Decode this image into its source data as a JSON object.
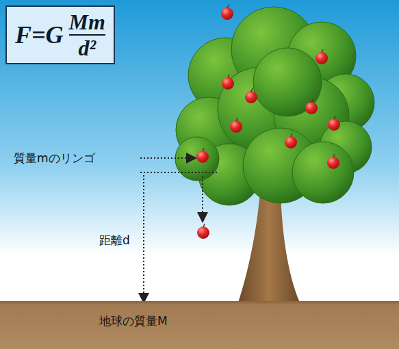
{
  "diagram": {
    "nodes": [
      {
        "text": [
          "F=G",
          "Mm",
          "d²"
        ]
      },
      {
        "text": [
          "地球の質量M"
        ]
      }
    ],
    "labels": [
      "質量mのリンゴ",
      "距離d"
    ]
  }
}
